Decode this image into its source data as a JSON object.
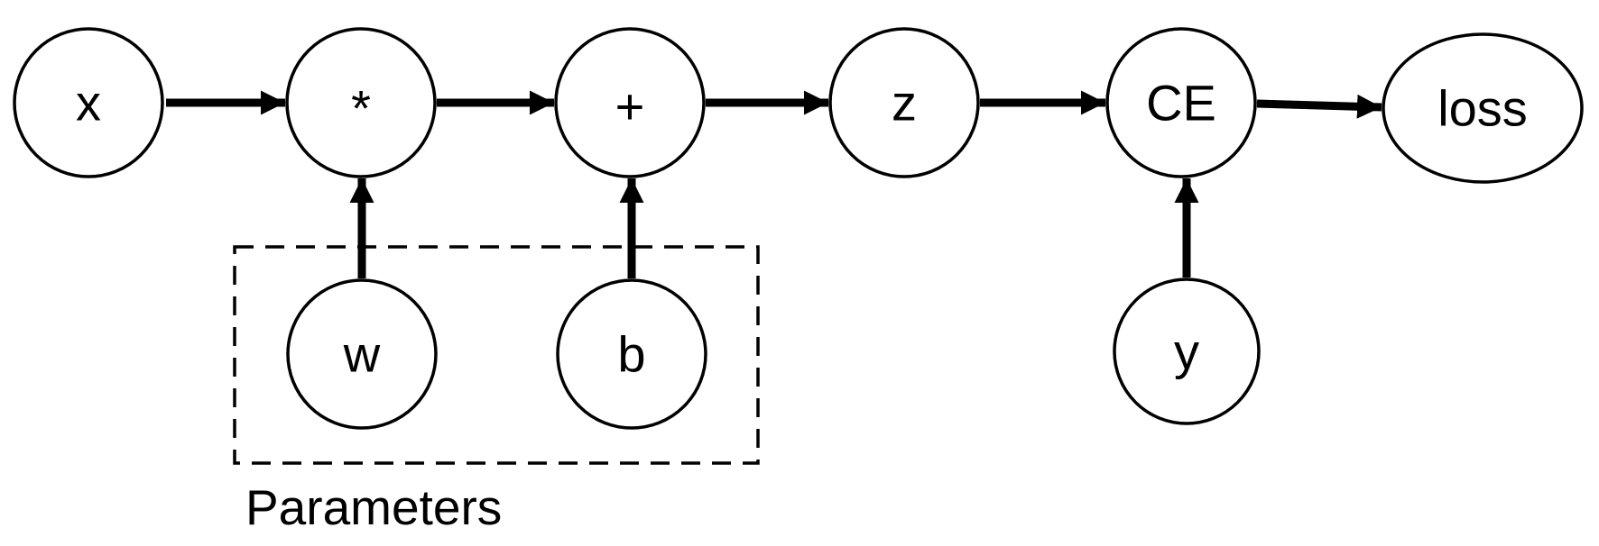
{
  "diagram": {
    "type": "computational-graph",
    "colors": {
      "background": "#ffffff",
      "stroke": "#000000",
      "text": "#000000"
    },
    "nodes": {
      "x": {
        "label": "x"
      },
      "mul": {
        "label": "*"
      },
      "add": {
        "label": "+"
      },
      "z": {
        "label": "z"
      },
      "ce": {
        "label": "CE"
      },
      "loss": {
        "label": "loss"
      },
      "w": {
        "label": "w"
      },
      "b": {
        "label": "b"
      },
      "y": {
        "label": "y"
      }
    },
    "edges": [
      {
        "from": "x",
        "to": "mul"
      },
      {
        "from": "mul",
        "to": "add"
      },
      {
        "from": "add",
        "to": "z"
      },
      {
        "from": "z",
        "to": "ce"
      },
      {
        "from": "ce",
        "to": "loss"
      },
      {
        "from": "w",
        "to": "mul"
      },
      {
        "from": "b",
        "to": "add"
      },
      {
        "from": "y",
        "to": "ce"
      }
    ],
    "group": {
      "label": "Parameters",
      "members": [
        "w",
        "b"
      ]
    }
  }
}
